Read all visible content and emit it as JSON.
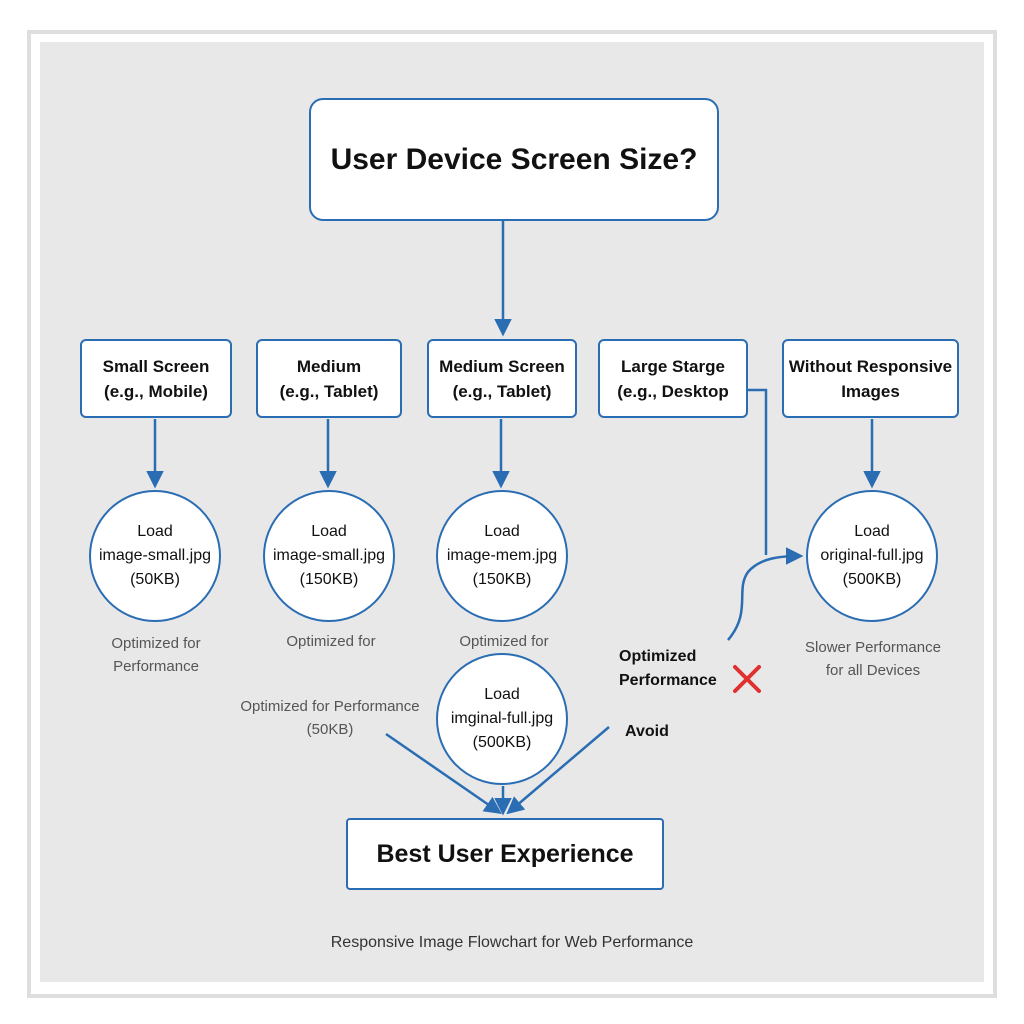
{
  "title": "User Device Screen Size?",
  "branches": [
    {
      "line1": "Small Screen",
      "line2": "(e.g., Mobile)"
    },
    {
      "line1": "Medium",
      "line2": "(e.g., Tablet)"
    },
    {
      "line1": "Medium Screen",
      "line2": "(e.g., Tablet)"
    },
    {
      "line1": "Large Starge",
      "line2": "(e.g., Desktop"
    },
    {
      "line1": "Without Responsive",
      "line2": "Images"
    }
  ],
  "loads": [
    {
      "line1": "Load",
      "line2": "image-small.jpg",
      "line3": "(50KB)"
    },
    {
      "line1": "Load",
      "line2": "image-small.jpg",
      "line3": "(150KB)"
    },
    {
      "line1": "Load",
      "line2": "image-mem.jpg",
      "line3": "(150KB)"
    },
    {
      "line1": "Load",
      "line2": "original-full.jpg",
      "line3": "(500KB)"
    },
    {
      "line1": "Load",
      "line2": "imginal-full.jpg",
      "line3": "(500KB)"
    }
  ],
  "notes": {
    "small": {
      "line1": "Optimized for",
      "line2": "Performance"
    },
    "medium": {
      "line1": "Optimized for"
    },
    "medium_screen": {
      "line1": "Optimized for"
    },
    "left_lower": {
      "line1": "Optimized for Performance",
      "line2": "(50KB)"
    },
    "slower": {
      "line1": "Slower Performance",
      "line2": "for all Devices"
    }
  },
  "optimized_performance": {
    "line1": "Optimized",
    "line2": "Performance"
  },
  "avoid": "Avoid",
  "final": "Best User Experience",
  "caption": "Responsive Image Flowchart for Web Performance",
  "colors": {
    "accent": "#2a6db3",
    "cross": "#e03030",
    "background": "#e8e8e9"
  },
  "icons": {
    "cross": "cross-icon"
  }
}
